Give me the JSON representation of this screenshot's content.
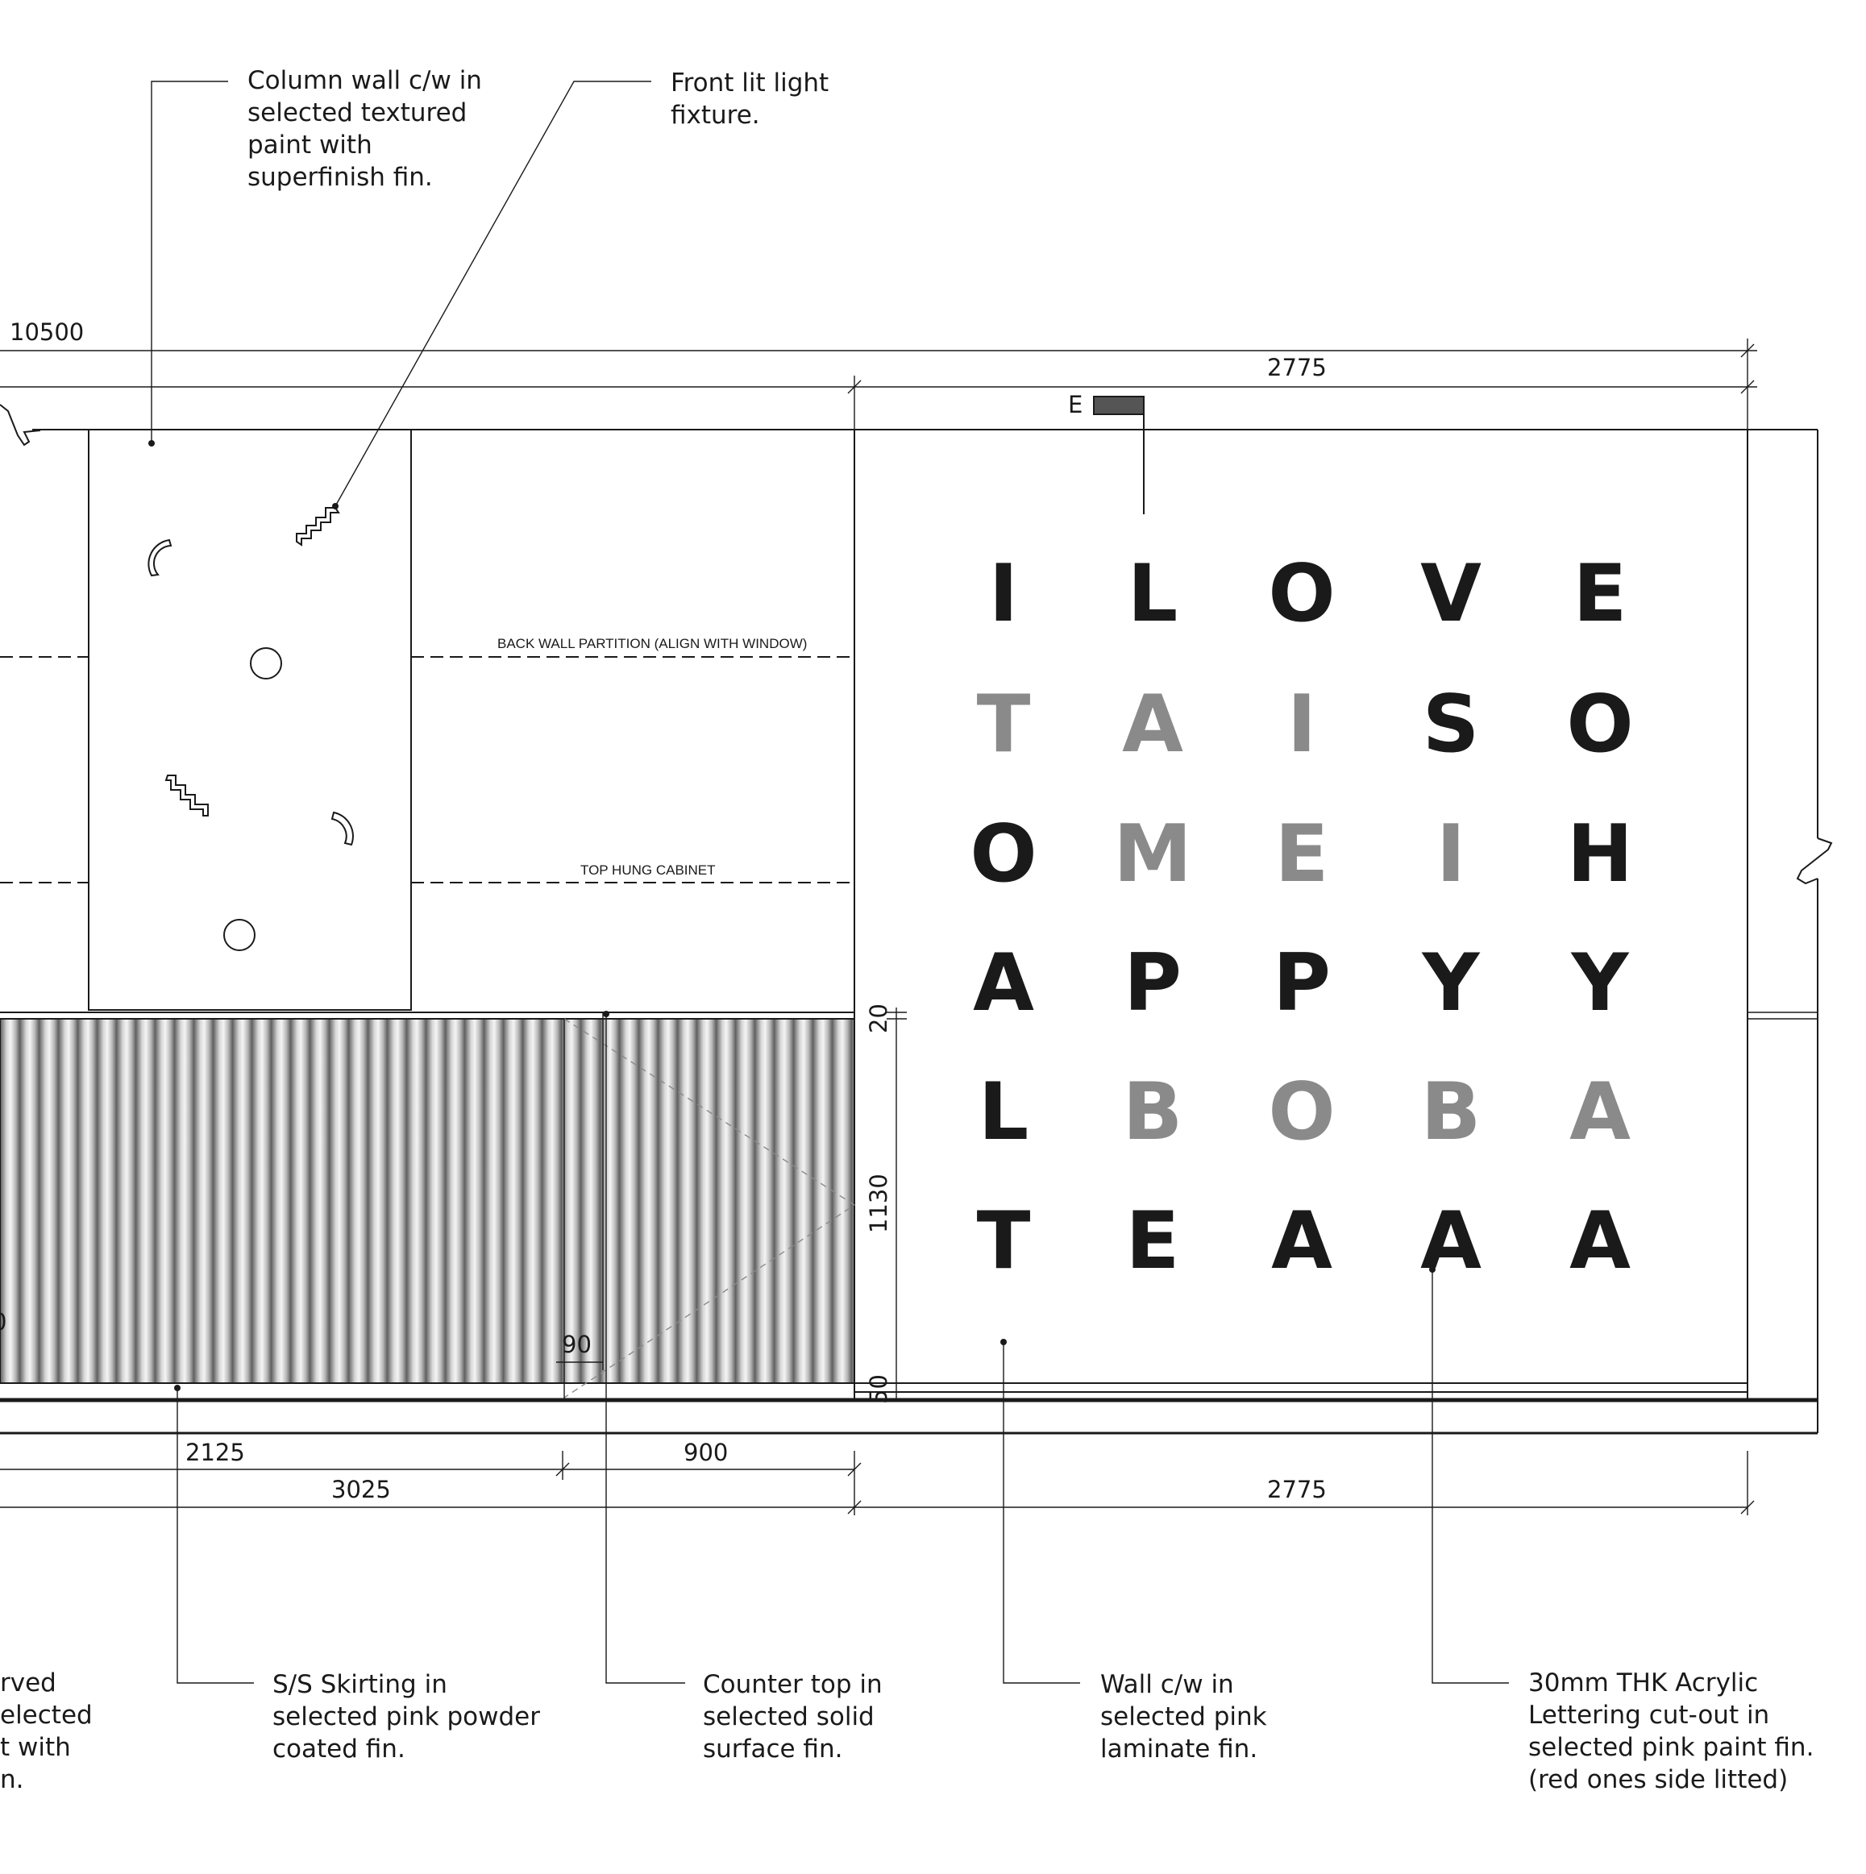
{
  "colors": {
    "letter_dark": "#1a1a1a",
    "letter_grey": "#8a8a8a",
    "marker_fill": "#555555"
  },
  "notes": {
    "column_wall": [
      "Column wall c/w in",
      "selected textured",
      "paint with",
      "superfinish fin."
    ],
    "front_lit": [
      "Front lit light",
      "fixture."
    ],
    "curved": [
      "rved",
      "elected",
      "t with",
      "n."
    ],
    "skirting": [
      "S/S Skirting in",
      "selected pink powder",
      "coated fin."
    ],
    "counter": [
      "Counter top in",
      "selected solid",
      "surface fin."
    ],
    "wall": [
      "Wall c/w in",
      "selected pink",
      "laminate fin."
    ],
    "acrylic": [
      "30mm THK Acrylic",
      "Lettering cut-out in",
      "selected pink paint fin.",
      "(red ones side litted)"
    ]
  },
  "labels": {
    "back_wall": "BACK WALL PARTITION (ALIGN WITH WINDOW)",
    "top_hung": "TOP HUNG CABINET",
    "marker": "E"
  },
  "dims": {
    "overall": "10500",
    "top_right": "2775",
    "d2125": "2125",
    "d900": "900",
    "d3025": "3025",
    "bottom_right": "2775",
    "d20": "20",
    "d1130": "1130",
    "d50": "50",
    "d90": "90",
    "d_partial": "0"
  },
  "letters": [
    [
      {
        "c": "I",
        "tone": "dark"
      },
      {
        "c": "L",
        "tone": "dark"
      },
      {
        "c": "O",
        "tone": "dark"
      },
      {
        "c": "V",
        "tone": "dark"
      },
      {
        "c": "E",
        "tone": "dark"
      }
    ],
    [
      {
        "c": "T",
        "tone": "grey"
      },
      {
        "c": "A",
        "tone": "grey"
      },
      {
        "c": "I",
        "tone": "grey"
      },
      {
        "c": "S",
        "tone": "dark"
      },
      {
        "c": "O",
        "tone": "dark"
      }
    ],
    [
      {
        "c": "O",
        "tone": "dark"
      },
      {
        "c": "M",
        "tone": "grey"
      },
      {
        "c": "E",
        "tone": "grey"
      },
      {
        "c": "I",
        "tone": "grey"
      },
      {
        "c": "H",
        "tone": "dark"
      }
    ],
    [
      {
        "c": "A",
        "tone": "dark"
      },
      {
        "c": "P",
        "tone": "dark"
      },
      {
        "c": "P",
        "tone": "dark"
      },
      {
        "c": "Y",
        "tone": "dark"
      },
      {
        "c": "Y",
        "tone": "dark"
      }
    ],
    [
      {
        "c": "L",
        "tone": "dark"
      },
      {
        "c": "B",
        "tone": "grey"
      },
      {
        "c": "O",
        "tone": "grey"
      },
      {
        "c": "B",
        "tone": "grey"
      },
      {
        "c": "A",
        "tone": "grey"
      }
    ],
    [
      {
        "c": "T",
        "tone": "dark"
      },
      {
        "c": "E",
        "tone": "dark"
      },
      {
        "c": "A",
        "tone": "dark"
      },
      {
        "c": "A",
        "tone": "dark"
      },
      {
        "c": "A",
        "tone": "dark"
      }
    ]
  ]
}
